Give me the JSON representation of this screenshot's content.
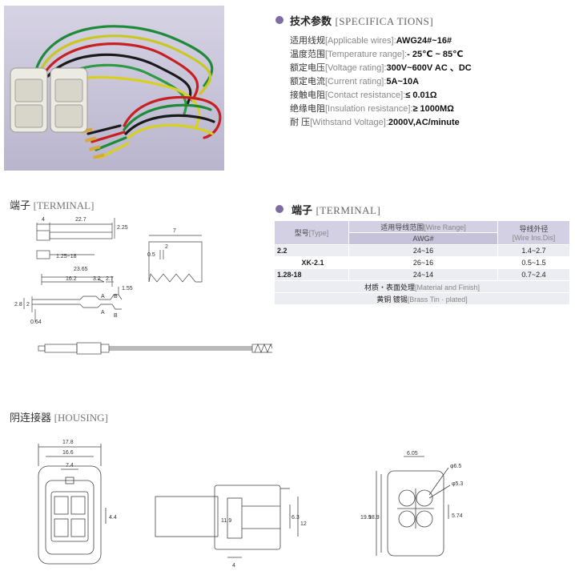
{
  "specs": {
    "title_cn": "技术参数",
    "title_en": "[SPECIFICA TIONS]",
    "rows": [
      {
        "cn": "适用线规",
        "en": "[Applicable wires]:",
        "value": "AWG24#~16#"
      },
      {
        "cn": "温度范围",
        "en": "[Temperature range]:",
        "value": "- 25℃ ~ 85℃"
      },
      {
        "cn": "额定电压",
        "en": "[Voltage rating]:",
        "value": "300V~600V  AC 、DC"
      },
      {
        "cn": "额定电流",
        "en": "[Current rating]:",
        "value": "5A~10A"
      },
      {
        "cn": "接触电阻",
        "en": "[Contact resistance]:",
        "value": "≤ 0.01Ω"
      },
      {
        "cn": "绝缘电阻",
        "en": "[Insulation resistance]:",
        "value": "≥ 1000MΩ"
      },
      {
        "cn": "耐      压",
        "en": "[Withstand Voltage]:",
        "value": "2000V,AC/minute"
      }
    ]
  },
  "terminal_drawing": {
    "title_cn": "端子",
    "title_en": "[TERMINAL]",
    "dims": {
      "d4": "4",
      "d22_7": "22.7",
      "d2_25": "2.25",
      "d1_25_18": "1.25~18",
      "d23_65": "23.65",
      "d16_2": "16.2",
      "d3_2": "3.2",
      "d2_7": "2.7",
      "d1_55": "1.55",
      "d2_8": "2.8",
      "d2": "2",
      "d0_64": "0.64",
      "dA": "A",
      "dB": "B",
      "d7": "7",
      "d0_5": "0.5",
      "d2b": "2"
    }
  },
  "terminal_table": {
    "title_cn": "端子",
    "title_en": "[TERMINAL]",
    "hdr_type_cn": "型号",
    "hdr_type_en": "[Type]",
    "hdr_range_cn": "适用导线范围",
    "hdr_range_en": "[Wire Range]",
    "hdr_awg": "AWG#",
    "hdr_dia_cn": "导线外径",
    "hdr_dia_en": "[Wire Ins.Dis]",
    "rows": [
      {
        "type": "2.2",
        "range": "24~16",
        "dia": "1.4~2.7"
      },
      {
        "type": "XK-2.1",
        "range": "26~16",
        "dia": "0.5~1.5"
      },
      {
        "type": "1.28-18",
        "range": "24~14",
        "dia": "0.7~2.4"
      }
    ],
    "material_cn": "材质・表面处理",
    "material_en": "[Material and Finish]",
    "brass_cn": "黄铜  镀锡",
    "brass_en": "[Brass Tin · plated]"
  },
  "housing": {
    "title_cn": "阴连接器",
    "title_en": "[HOUSING]",
    "dims": {
      "d17_8": "17.8",
      "d16_6": "16.6",
      "d7_4": "7.4",
      "d4_4": "4.4",
      "d11_9": "11.9",
      "d6_3": "6.3",
      "d12": "12",
      "d4": "4",
      "d6_05": "6.05",
      "d6_5": "φ6.5",
      "d5_3": "φ5.3",
      "d19_9": "19.9",
      "d18_9": "18.9",
      "d5_74": "5.74"
    }
  },
  "colors": {
    "accent": "#7e6da4",
    "table_header": "#d3d0e3",
    "photo_bg": "#c9c6da"
  }
}
